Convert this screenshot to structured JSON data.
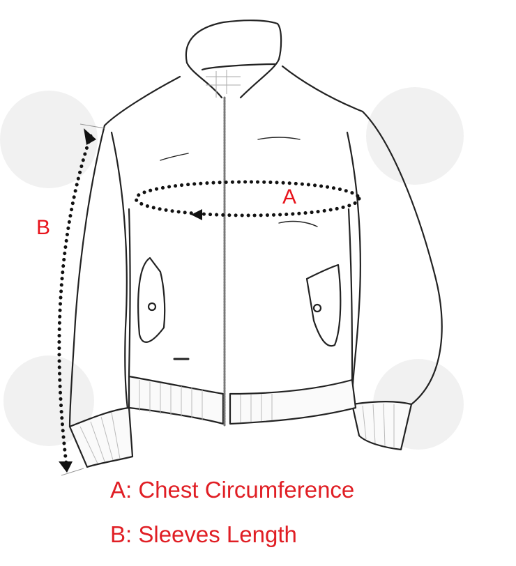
{
  "diagram": {
    "subject": "jacket-measurement-guide",
    "accent_color": "#e8141c",
    "markers": {
      "a": "A",
      "b": "B"
    },
    "legend": [
      {
        "key": "A",
        "text": "A: Chest Circumference"
      },
      {
        "key": "B",
        "text": "B: Sleeves Length"
      }
    ]
  }
}
